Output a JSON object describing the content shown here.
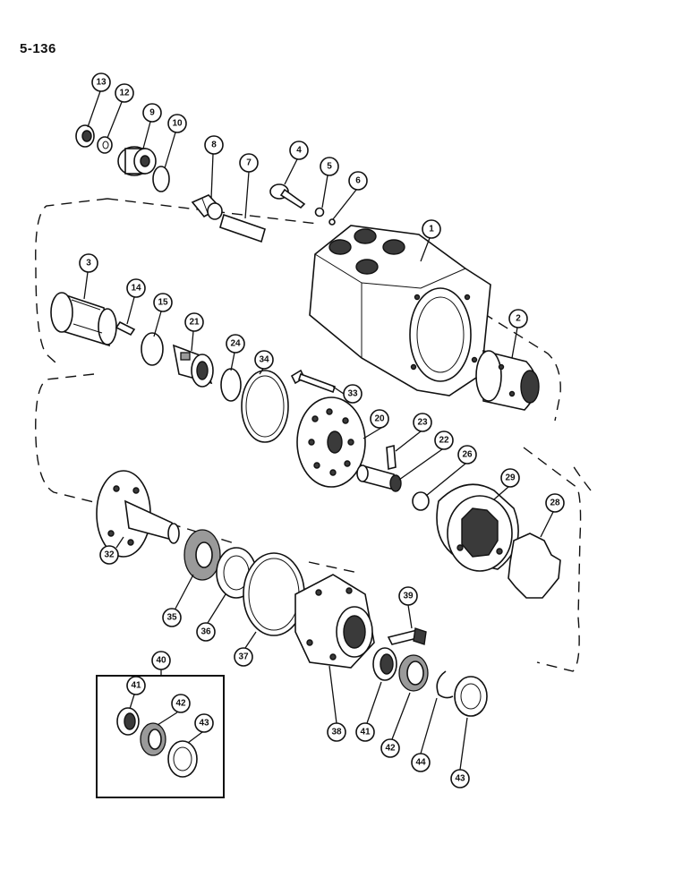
{
  "page_number": "5-136",
  "callouts": [
    "1",
    "2",
    "3",
    "4",
    "5",
    "6",
    "7",
    "8",
    "9",
    "10",
    "12",
    "13",
    "14",
    "15",
    "20",
    "21",
    "22",
    "23",
    "24",
    "26",
    "28",
    "29",
    "32",
    "33",
    "34",
    "35",
    "36",
    "37",
    "38",
    "39",
    "40",
    "41",
    "42",
    "43",
    "44"
  ],
  "kit_callouts": [
    "40",
    "41",
    "42",
    "43"
  ]
}
